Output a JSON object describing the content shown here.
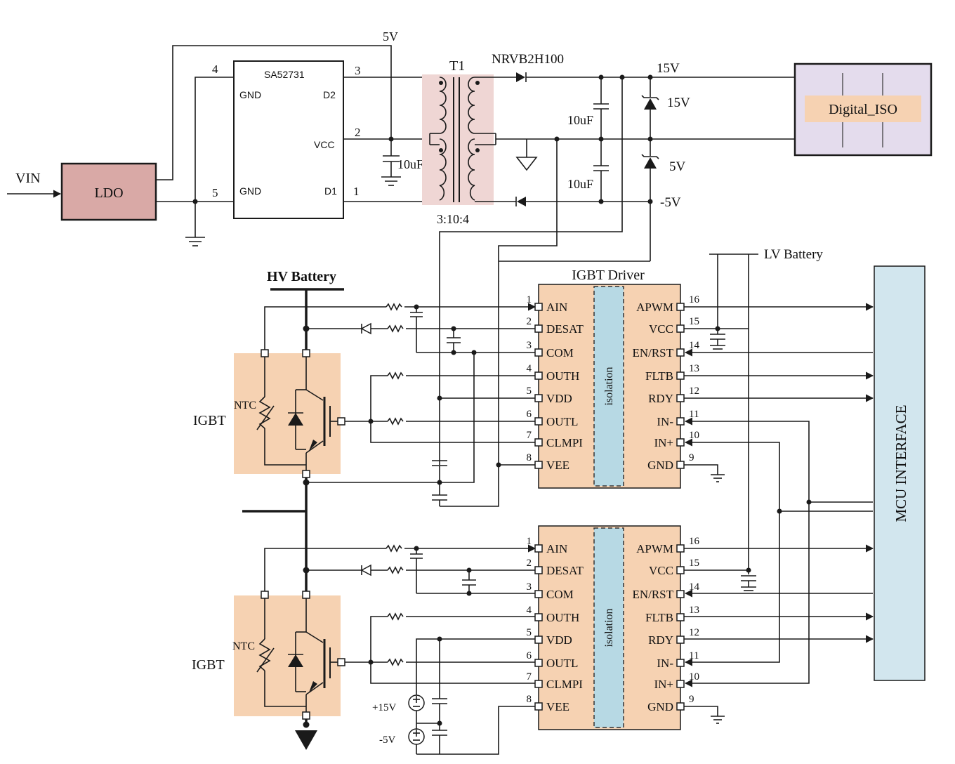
{
  "power": {
    "vin": "VIN",
    "ldo": "LDO",
    "rail_5v_top": "5V",
    "ic_name": "SA52731",
    "ic_pins": {
      "gnd_top": "GND",
      "d2": "D2",
      "vcc": "VCC",
      "gnd_bottom": "GND",
      "d1": "D1"
    },
    "ic_pin_numbers": {
      "p4": "4",
      "p5": "5",
      "p3": "3",
      "p2": "2",
      "p1": "1"
    },
    "cap_vcc": "10uF",
    "transformer": "T1",
    "ratio": "3:10:4",
    "diode": "NRVB2H100",
    "cap_upper": "10uF",
    "cap_lower": "10uF",
    "rail_15v": "15V",
    "zener_15v": "15V",
    "zener_5v": "5V",
    "rail_neg5v": "-5V",
    "digital_iso": "Digital_ISO"
  },
  "lv_battery": "LV Battery",
  "hv_battery": "HV Battery",
  "driver_title": "IGBT Driver",
  "isolation_label": "isolation",
  "mcu_interface": "MCU INTERFACE",
  "igbt_label": "IGBT",
  "ntc_label": "NTC",
  "left_pins": [
    {
      "num": "1",
      "name": "AIN"
    },
    {
      "num": "2",
      "name": "DESAT"
    },
    {
      "num": "3",
      "name": "COM"
    },
    {
      "num": "4",
      "name": "OUTH"
    },
    {
      "num": "5",
      "name": "VDD"
    },
    {
      "num": "6",
      "name": "OUTL"
    },
    {
      "num": "7",
      "name": "CLMPI"
    },
    {
      "num": "8",
      "name": "VEE"
    }
  ],
  "right_pins": [
    {
      "num": "16",
      "name": "APWM"
    },
    {
      "num": "15",
      "name": "VCC"
    },
    {
      "num": "14",
      "name": "EN/RST"
    },
    {
      "num": "13",
      "name": "FLTB"
    },
    {
      "num": "12",
      "name": "RDY"
    },
    {
      "num": "11",
      "name": "IN-"
    },
    {
      "num": "10",
      "name": "IN+"
    },
    {
      "num": "9",
      "name": "GND"
    }
  ],
  "sources": {
    "pos": "+15V",
    "neg": "-5V"
  },
  "colors": {
    "ldo_fill": "#d9a9a6",
    "transformer_fill": "#efd6d4",
    "igbt_fill": "#f6d2b2",
    "driver_fill": "#f6d2b2",
    "isolation_fill": "#b7d9e4",
    "mcu_fill": "#d2e6ee",
    "digital_iso_fill": "#e4dced",
    "digital_iso_label_fill": "#f6d2b2"
  }
}
